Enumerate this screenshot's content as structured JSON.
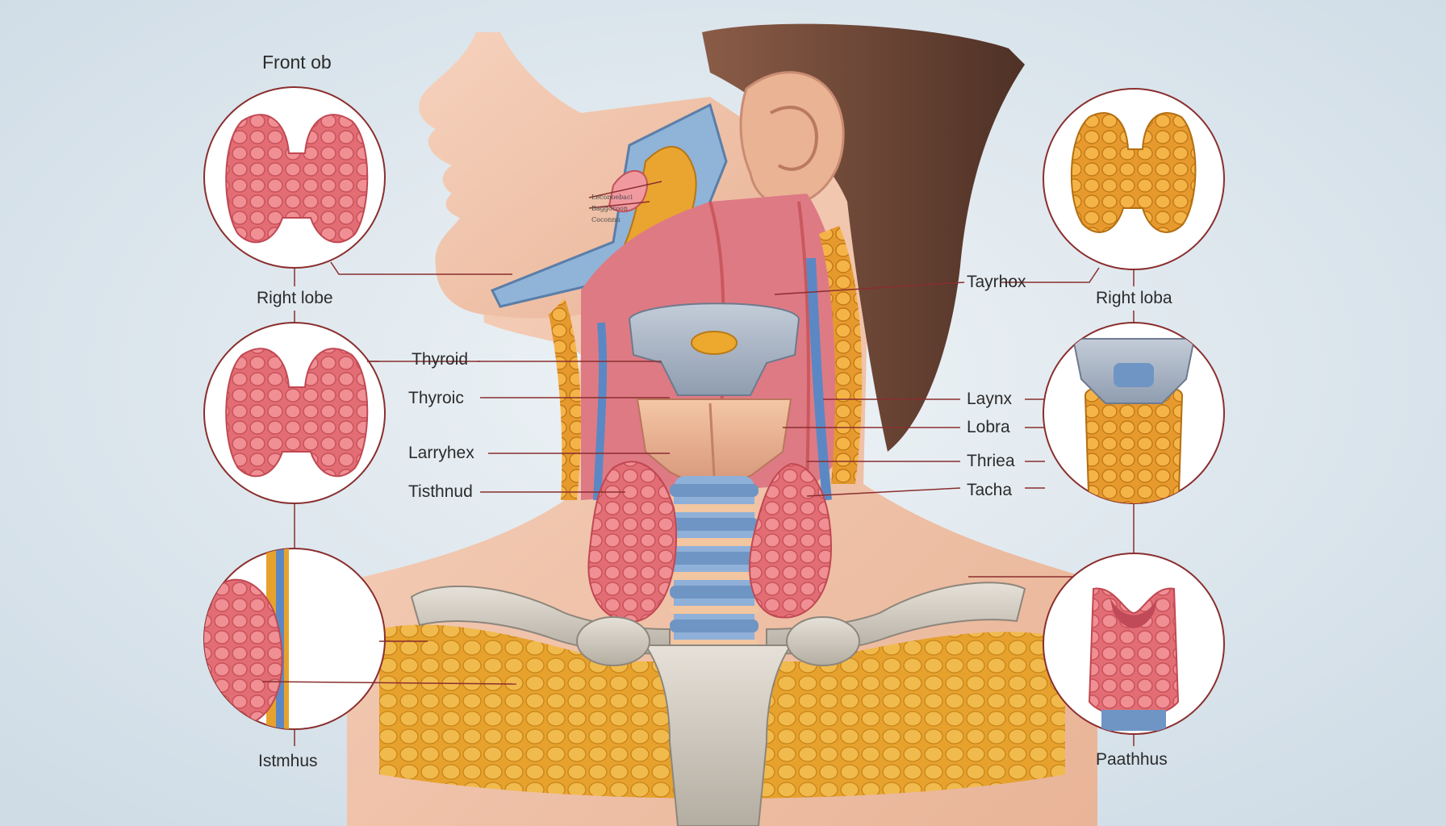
{
  "labels": {
    "front_ob": "Front ob",
    "right_lobe_left": "Right lobe",
    "thyroid": "Thyroid",
    "thyroic": "Thyroic",
    "larryhex": "Larryhex",
    "tisthnud": "Tisthnud",
    "istmhus": "Istmhus",
    "tayrhox": "Tayrhox",
    "right_loba": "Right loba",
    "laynx": "Laynx",
    "lobra": "Lobra",
    "thriea": "Thriea",
    "tacha": "Tacha",
    "paathhus": "Paathhus",
    "small_1": "Leconoebaci",
    "small_2": "Baggocoon",
    "small_3": "Coconnu"
  },
  "colors": {
    "background": "#dfe8ee",
    "thyroid_tissue": "#e8727a",
    "fat_tissue": "#e9a930",
    "trachea_ring": "#6f95c4",
    "bone": "#cfcac0",
    "skin": "#f2c6ad",
    "hair": "#6b4536",
    "leader_line": "#8a2e2e"
  }
}
